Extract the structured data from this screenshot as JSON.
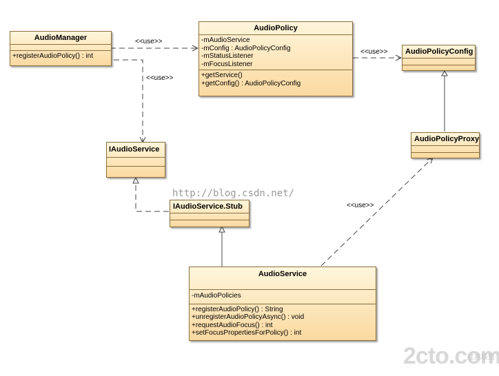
{
  "classes": {
    "audio_manager": {
      "name": "AudioManager",
      "attributes": [],
      "operations": [
        "+registerAudioPolicy() : int"
      ]
    },
    "audio_policy": {
      "name": "AudioPolicy",
      "attributes": [
        "-mAudioService",
        "-mConfig : AudioPolicyConfig",
        "-mStatusListener",
        "-mFocusListener"
      ],
      "operations": [
        "+getService()",
        "+getConfig() : AudioPolicyConfig"
      ]
    },
    "audio_policy_config": {
      "name": "AudioPolicyConfig"
    },
    "iaudio_service": {
      "name": "IAudioService"
    },
    "iaudio_service_stub": {
      "name": "IAudioService.Stub"
    },
    "audio_policy_proxy": {
      "name": "AudioPolicyProxy"
    },
    "audio_service": {
      "name": "AudioService",
      "attributes": [
        "-mAudioPolicies"
      ],
      "operations": [
        "+registerAudioPolicy() : String",
        "+unregisterAudioPolicyAsync() : void",
        "+requestAudioFocus() : int",
        "+setFocusPropertiesForPolicy() : int"
      ]
    }
  },
  "relations": [
    {
      "from": "AudioManager",
      "to": "AudioPolicy",
      "type": "dependency",
      "label": "<<use>>"
    },
    {
      "from": "AudioManager",
      "to": "IAudioService",
      "type": "dependency",
      "label": "<<use>>"
    },
    {
      "from": "AudioPolicy",
      "to": "AudioPolicyConfig",
      "type": "dependency",
      "label": "<<use>>"
    },
    {
      "from": "AudioService",
      "to": "AudioPolicyProxy",
      "type": "dependency",
      "label": "<<use>>"
    },
    {
      "from": "IAudioService.Stub",
      "to": "IAudioService",
      "type": "realization",
      "label": ""
    },
    {
      "from": "AudioService",
      "to": "IAudioService.Stub",
      "type": "generalization",
      "label": ""
    },
    {
      "from": "AudioPolicyProxy",
      "to": "AudioPolicyConfig",
      "type": "generalization",
      "label": ""
    }
  ],
  "watermark": "http://blog.csdn.net/",
  "logo": {
    "main": "2cto.com",
    "sub": "红黑联盟"
  }
}
